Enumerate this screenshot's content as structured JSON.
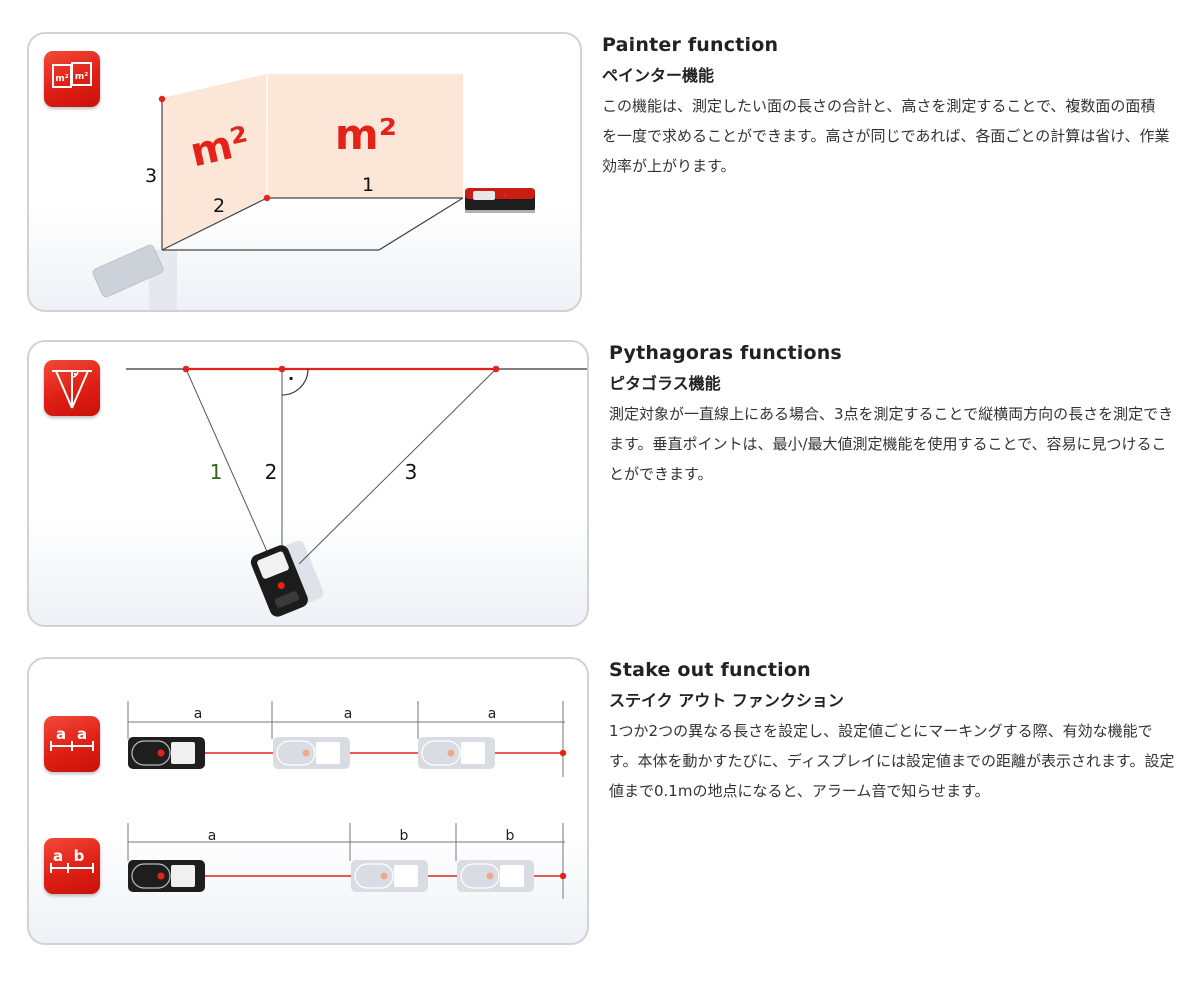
{
  "sections": [
    {
      "title_en": "Painter function",
      "title_ja": "ペインター機能",
      "description": "この機能は、測定したい面の長さの合計と、高さを測定することで、複数面の面積を一度で求めることができます。高さが同じであれば、各面ごとの計算は省け、作業効率が上がります。",
      "diagram": {
        "wall_labels": [
          "m²",
          "m²"
        ],
        "measure_labels": [
          "3",
          "2",
          "1"
        ],
        "badge_labels": [
          "m²",
          "m²"
        ]
      }
    },
    {
      "title_en": "Pythagoras functions",
      "title_ja": "ピタゴラス機能",
      "description": "測定対象が一直線上にある場合、3点を測定することで縦横両方向の長さを測定できます。垂直ポイントは、最小/最大値測定機能を使用することで、容易に見つけることができます。",
      "diagram": {
        "measure_labels": [
          "1",
          "2",
          "3"
        ],
        "right_angle_mark": "·"
      }
    },
    {
      "title_en": "Stake out function",
      "title_ja": "ステイク アウト ファンクション",
      "description": "1つか2つの異なる長さを設定し、設定値ごとにマーキングする際、有効な機能です。本体を動かすたびに、ディスプレイには設定値までの距離が表示されます。設定値まで0.1mの地点になると、アラーム音で知らせます。",
      "diagram": {
        "row1_labels": [
          "a",
          "a",
          "a"
        ],
        "row2_labels": [
          "a",
          "b",
          "b"
        ],
        "badge1_labels": [
          "a",
          "a"
        ],
        "badge2_labels": [
          "a",
          "b"
        ]
      }
    }
  ],
  "colors": {
    "accent_red": "#e3231a",
    "wall_fill": "#fbe6d7",
    "device_dark": "#1e1e1e",
    "device_ghost": "#d9dde3"
  }
}
